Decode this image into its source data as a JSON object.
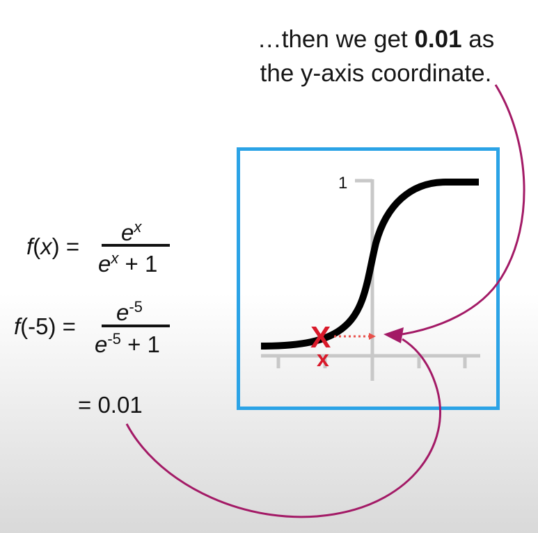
{
  "caption": {
    "line1_pre": "…then we get ",
    "line1_bold": "0.01",
    "line1_post": " as",
    "line2": "the y-axis coordinate."
  },
  "equations": {
    "eq1": {
      "lhs_f": "f",
      "lhs_open": "(",
      "lhs_x": "x",
      "lhs_close": ") =",
      "num_base": "e",
      "num_exp": "x",
      "den_base": "e",
      "den_exp": "x",
      "den_tail": " + 1"
    },
    "eq2": {
      "lhs_f": "f",
      "lhs_rest": "(-5) =",
      "num_base": "e",
      "num_exp": "-5",
      "den_base": "e",
      "den_exp": "-5",
      "den_tail": " + 1"
    },
    "result": "= 0.01"
  },
  "graph": {
    "y_tick_label": "1",
    "marker_symbol": "X",
    "small_marker_symbol": "x"
  },
  "colors": {
    "frame": "#2ba3e6",
    "curve": "#000000",
    "axis": "#c8c8c8",
    "marker": "#d9192a",
    "dotted_arrow": "#e8504a",
    "callout_arrow": "#a31a66"
  }
}
